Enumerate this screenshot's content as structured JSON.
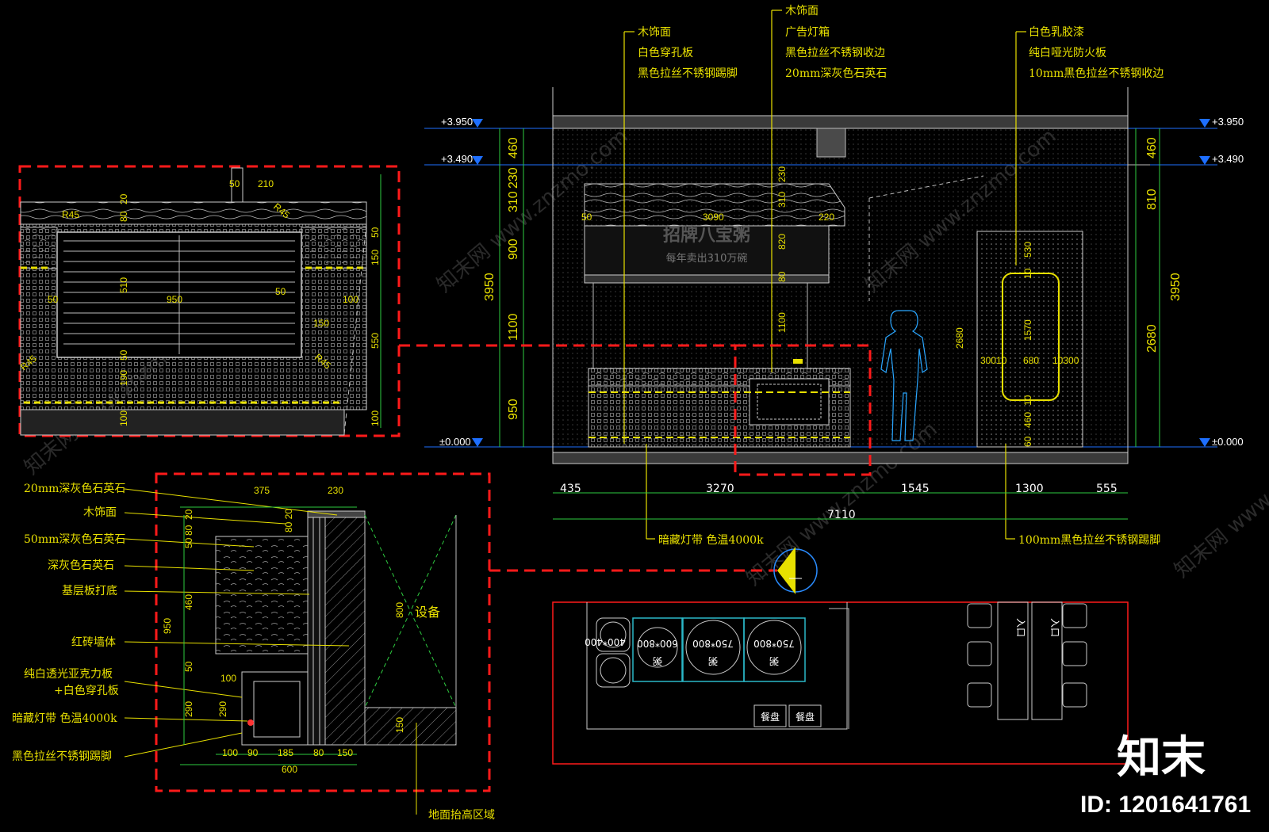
{
  "watermark": "知末网 www.znzmo.com",
  "brand": {
    "logo": "知末",
    "id": "ID: 1201641761"
  },
  "levels": {
    "top": "+3.950",
    "mid": "+3.490",
    "zero": "±0.000"
  },
  "elevation": {
    "callouts_left": [
      "木饰面",
      "白色穿孔板",
      "黑色拉丝不锈钢踢脚"
    ],
    "callouts_mid": [
      "木饰面",
      "广告灯箱",
      "黑色拉丝不锈钢收边",
      "20mm深灰色石英石"
    ],
    "callouts_right": [
      "白色乳胶漆",
      "纯白哑光防火板",
      "10mm黑色拉丝不锈钢收边"
    ],
    "bottom_notes": [
      "暗藏灯带  色温4000k",
      "100mm黑色拉丝不锈钢踢脚"
    ],
    "sign_title": "招牌八宝粥",
    "sign_sub": "每年卖出310万碗",
    "left_dims": [
      "460",
      "230",
      "310",
      "900",
      "1100",
      "950",
      "3950"
    ],
    "right_dims": [
      "460",
      "810",
      "3950",
      "2680"
    ],
    "bottom_dims": [
      "435",
      "3270",
      "1545",
      "1300",
      "555"
    ],
    "total": "7110",
    "inner_dims": [
      "50",
      "3090",
      "220",
      "230",
      "310",
      "820",
      "80",
      "1100",
      "2680",
      "530",
      "10",
      "1570",
      "30010",
      "680",
      "10300",
      "10",
      "460",
      "60"
    ]
  },
  "detail_a": {
    "dims": [
      "50",
      "210",
      "80",
      "20",
      "R45",
      "R45",
      "50",
      "150",
      "510",
      "950",
      "50",
      "50",
      "100",
      "150",
      "550",
      "R45",
      "R45",
      "50",
      "190",
      "100",
      "100"
    ]
  },
  "section": {
    "labels": [
      "20mm深灰色石英石",
      "木饰面",
      "50mm深灰色石英石",
      "深灰色石英石",
      "基层板打底",
      "红砖墙体",
      "纯白透光亚克力板",
      "+白色穿孔板",
      "暗藏灯带  色温4000k",
      "黑色拉丝不锈钢踢脚"
    ],
    "top_dims": [
      "375",
      "230"
    ],
    "bottom_dims": [
      "100",
      "90",
      "185",
      "80",
      "150"
    ],
    "total": "600",
    "vert_dims": [
      "20",
      "80",
      "50",
      "460",
      "950",
      "50",
      "290",
      "100",
      "290",
      "80 20",
      "800",
      "150"
    ],
    "equipment": "设备",
    "raised": "地面抬高区域"
  },
  "plan": {
    "pots": [
      "400*400",
      "600*800",
      "750*800",
      "750*800"
    ],
    "pot_labels": [
      "粥",
      "粥",
      "粥"
    ],
    "trays": [
      "餐盘",
      "餐盘"
    ],
    "door": [
      "入口",
      "入口"
    ]
  }
}
